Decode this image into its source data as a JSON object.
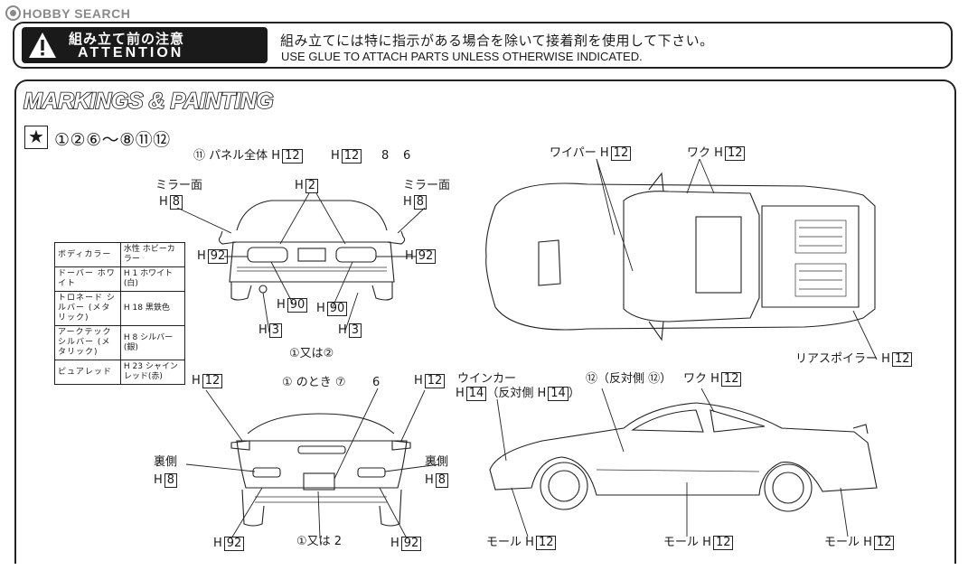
{
  "watermark": {
    "text": "HOBBY SEARCH"
  },
  "attention": {
    "title_jp": "組み立て前の注意",
    "title_en": "ATTENTION",
    "message_jp": "組み立てには特に指示がある場合を除いて接着剤を使用して下さい。",
    "message_en": "USE GLUE TO ATTACH PARTS UNLESS OTHERWISE INDICATED."
  },
  "section": {
    "title": "MARKINGS & PAINTING",
    "parts": "①②⑥～⑧⑪⑫"
  },
  "color_table": [
    {
      "name": "ボディカラー",
      "value": "水性 ホビーカラー"
    },
    {
      "name": "ドーバー ホワイト",
      "value": "H 1 ホワイト(白)"
    },
    {
      "name": "トロネード シルバー (メタリック)",
      "value": "H 18 黒鉄色"
    },
    {
      "name": "アークテック シルバー (メタリック)",
      "value": "H 8 シルバー(銀)"
    },
    {
      "name": "ピュアレッド",
      "value": "H 23 シャインレッド(赤)"
    }
  ],
  "rear_view": {
    "panel_label": "⑪  パネル全体",
    "panel_code": "12",
    "top_code": "12",
    "part_8": "8",
    "part_6": "6",
    "mirror_left": "ミラー面",
    "mirror_left_code": "8",
    "mirror_right": "ミラー面",
    "mirror_right_code": "8",
    "center_code": "2",
    "lamp_left_code": "92",
    "lamp_right_code": "92",
    "lower_left_code": "90",
    "lower_right_code": "90",
    "bottom_left_code": "3",
    "bottom_right_code": "3",
    "plate_label": "①又は②"
  },
  "top_view": {
    "wiper_label": "ワイパー",
    "wiper_code": "12",
    "waku_label": "ワク",
    "waku_code": "12",
    "spoiler_label": "リアスポイラー",
    "spoiler_code": "12"
  },
  "front_view": {
    "top_left_code": "12",
    "top_right_code": "12",
    "note": "① のとき ⑦",
    "part_6": "6",
    "back_left": "裏側",
    "back_left_code": "8",
    "back_right": "裏側",
    "back_right_code": "8",
    "bottom_left_code": "92",
    "bottom_right_code": "92",
    "plate_label": "①又は 2"
  },
  "side_view": {
    "winker_label": "ウインカー",
    "winker_code": "14",
    "winker_note": "（反対側",
    "winker_note_code": "14",
    "opposite_label": "⑫（反対側 ⑫）",
    "waku_label": "ワク",
    "waku_code": "12",
    "mall_left": "モール",
    "mall_left_code": "12",
    "mall_center": "モール",
    "mall_center_code": "12",
    "mall_right": "モール",
    "mall_right_code": "12"
  }
}
